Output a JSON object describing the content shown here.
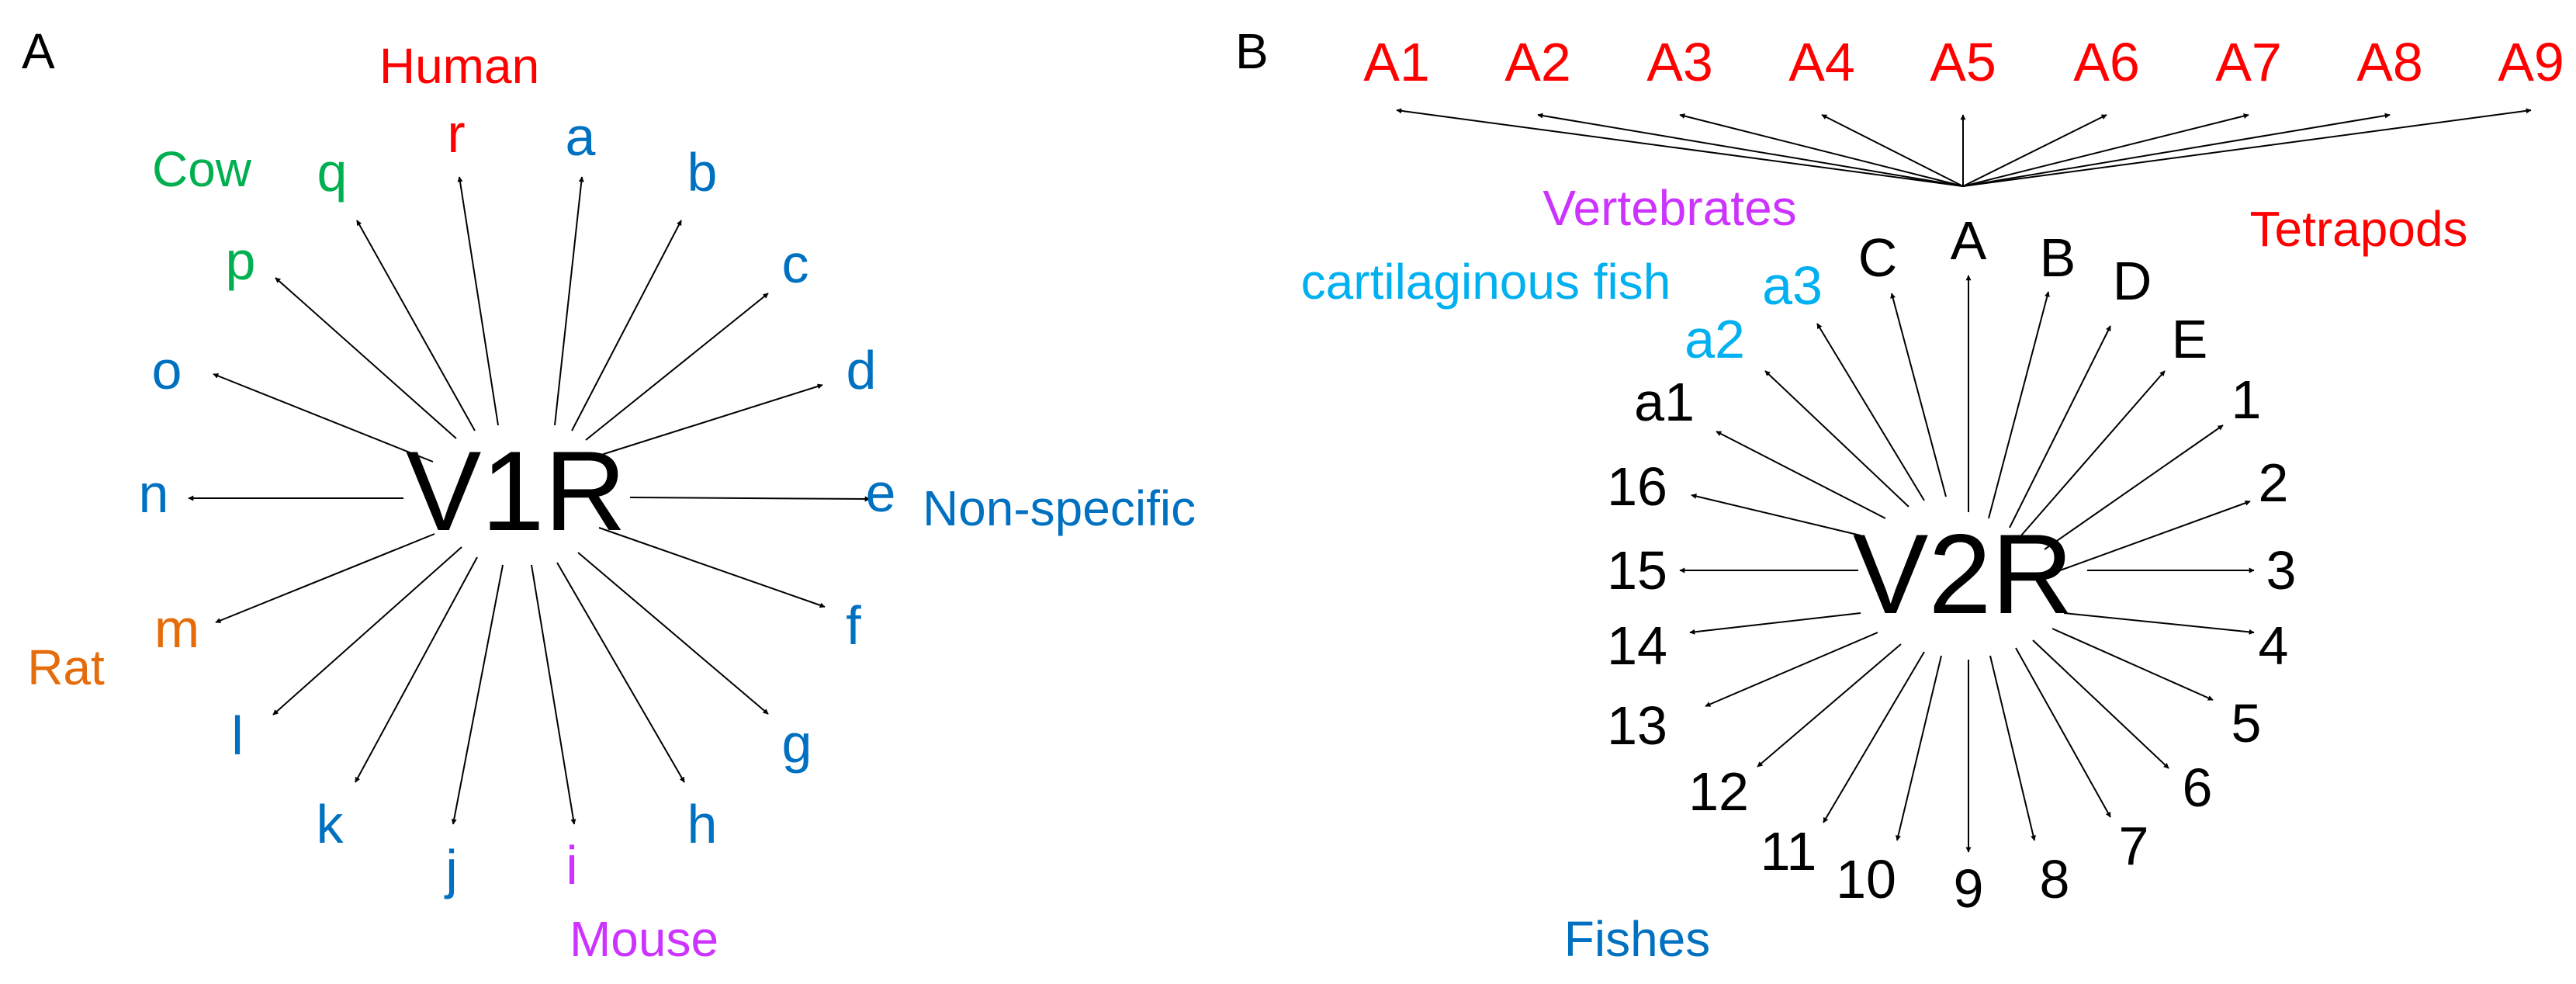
{
  "colors": {
    "human": "#ff0000",
    "cow": "#00b050",
    "mouse": "#cc33ff",
    "rat": "#e46c0a",
    "nonspecific": "#0070c0",
    "cartilaginous": "#00b0f0",
    "arrow": "#000000"
  },
  "panel_a": {
    "label": "A",
    "center": "V1R",
    "groups": {
      "human": "Human",
      "cow": "Cow",
      "rat": "Rat",
      "mouse": "Mouse",
      "nonspecific": "Non-specific"
    },
    "branches": [
      {
        "label": "a",
        "group": "nonspecific"
      },
      {
        "label": "b",
        "group": "nonspecific"
      },
      {
        "label": "c",
        "group": "nonspecific"
      },
      {
        "label": "d",
        "group": "nonspecific"
      },
      {
        "label": "e",
        "group": "nonspecific"
      },
      {
        "label": "f",
        "group": "nonspecific"
      },
      {
        "label": "g",
        "group": "nonspecific"
      },
      {
        "label": "h",
        "group": "nonspecific"
      },
      {
        "label": "i",
        "group": "mouse"
      },
      {
        "label": "j",
        "group": "nonspecific"
      },
      {
        "label": "k",
        "group": "nonspecific"
      },
      {
        "label": "l",
        "group": "nonspecific"
      },
      {
        "label": "m",
        "group": "rat"
      },
      {
        "label": "n",
        "group": "nonspecific"
      },
      {
        "label": "o",
        "group": "nonspecific"
      },
      {
        "label": "p",
        "group": "cow"
      },
      {
        "label": "q",
        "group": "cow"
      },
      {
        "label": "r",
        "group": "human"
      }
    ]
  },
  "panel_b": {
    "label": "B",
    "center": "V2R",
    "groups": {
      "vertebrates": "Vertebrates",
      "cartilaginous": "cartilaginous fish",
      "tetrapods": "Tetrapods",
      "fishes": "Fishes"
    },
    "top_branches": [
      "A1",
      "A2",
      "A3",
      "A4",
      "A5",
      "A6",
      "A7",
      "A8",
      "A9"
    ],
    "branches": [
      {
        "label": "A",
        "group": "tetrapods"
      },
      {
        "label": "B",
        "group": "tetrapods"
      },
      {
        "label": "D",
        "group": "tetrapods"
      },
      {
        "label": "E",
        "group": "tetrapods"
      },
      {
        "label": "1",
        "group": "fishes"
      },
      {
        "label": "2",
        "group": "fishes"
      },
      {
        "label": "3",
        "group": "fishes"
      },
      {
        "label": "4",
        "group": "fishes"
      },
      {
        "label": "5",
        "group": "fishes"
      },
      {
        "label": "6",
        "group": "fishes"
      },
      {
        "label": "7",
        "group": "fishes"
      },
      {
        "label": "8",
        "group": "fishes"
      },
      {
        "label": "9",
        "group": "fishes"
      },
      {
        "label": "10",
        "group": "fishes"
      },
      {
        "label": "11",
        "group": "fishes"
      },
      {
        "label": "12",
        "group": "fishes"
      },
      {
        "label": "13",
        "group": "fishes"
      },
      {
        "label": "14",
        "group": "fishes"
      },
      {
        "label": "15",
        "group": "fishes"
      },
      {
        "label": "16",
        "group": "fishes"
      },
      {
        "label": "a1",
        "group": "fishes"
      },
      {
        "label": "a2",
        "group": "cartilaginous"
      },
      {
        "label": "a3",
        "group": "cartilaginous"
      },
      {
        "label": "C",
        "group": "vertebrates"
      }
    ]
  }
}
